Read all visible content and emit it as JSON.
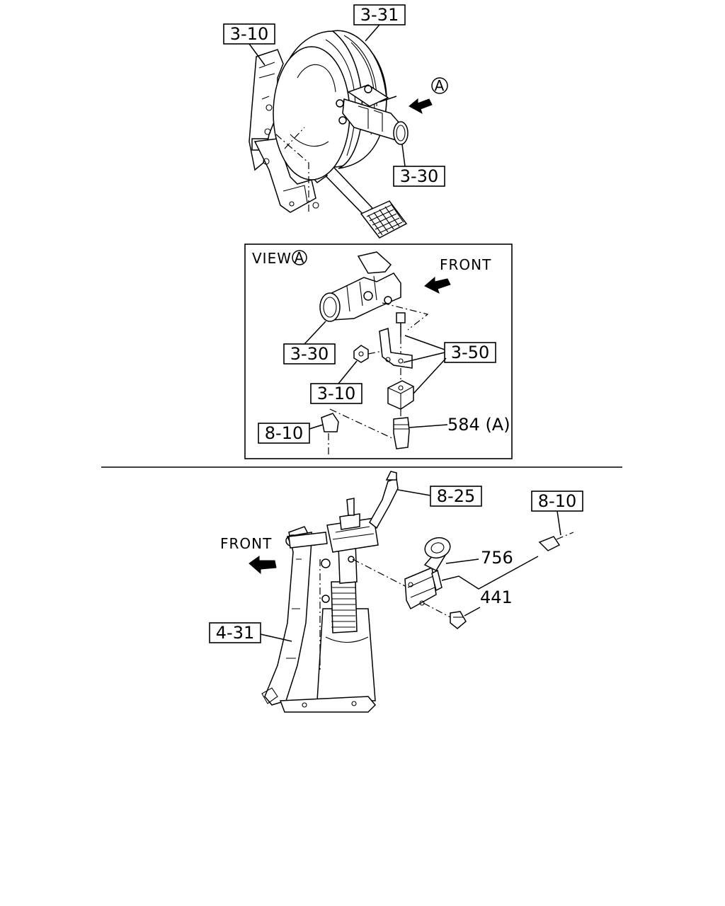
{
  "callouts": {
    "c_3_31": "3-31",
    "c_3_10_top": "3-10",
    "c_3_30_top": "3-30",
    "view_a_marker": "A",
    "view_title": "VIEW",
    "view_title_marker": "A",
    "front_view": "FRONT",
    "c_3_30_view": "3-30",
    "c_3_50": "3-50",
    "c_3_10_view": "3-10",
    "c_8_10_view": "8-10",
    "c_584": "584 (A)",
    "c_8_25": "8-25",
    "c_8_10_bottom": "8-10",
    "front_bottom": "FRONT",
    "c_756": "756",
    "c_441": "441",
    "c_4_31": "4-31"
  }
}
